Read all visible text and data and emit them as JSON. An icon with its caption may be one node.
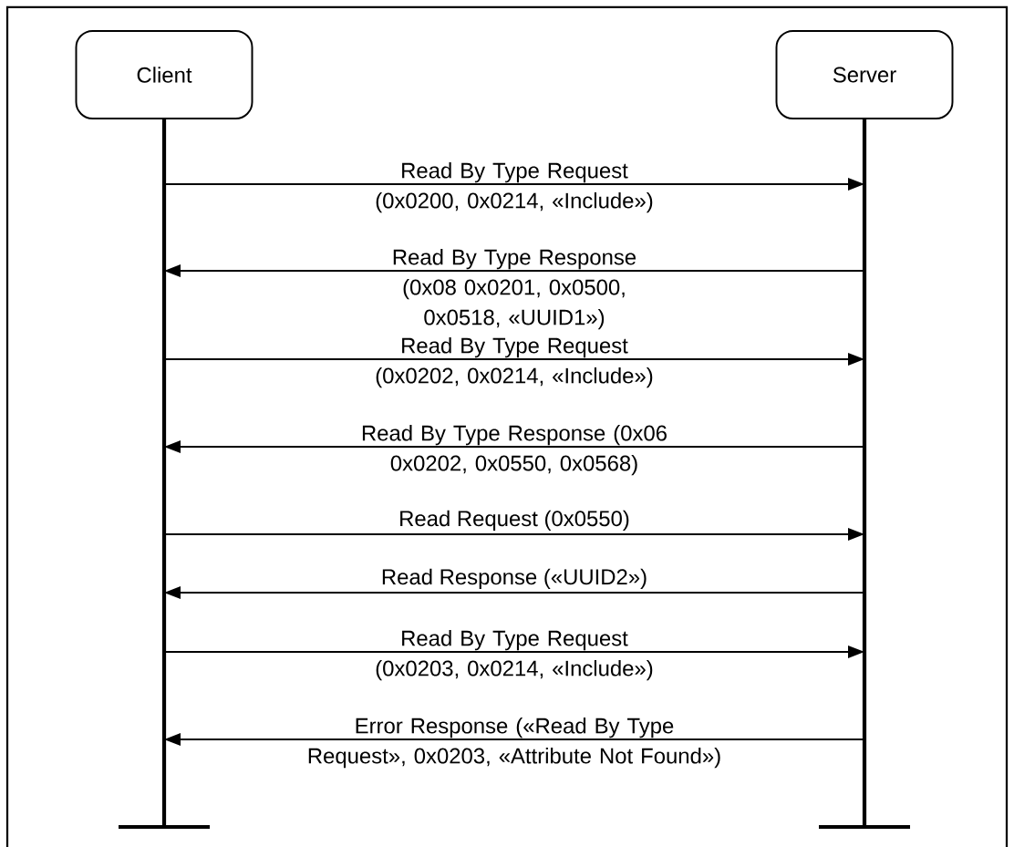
{
  "diagram": {
    "nodes": [
      {
        "text": [
          "Client"
        ]
      },
      {
        "text": [
          "Server"
        ]
      }
    ],
    "edges": [
      {
        "from": 0,
        "to": 1,
        "arrow": "to",
        "label": "Read By Type Request (0x0200, 0x0214, «Include»)"
      },
      {
        "from": 1,
        "to": 0,
        "arrow": "to",
        "label": "Read By Type Response (0x08 0x0201, 0x0500, 0x0518, «UUID1»)"
      },
      {
        "from": 0,
        "to": 1,
        "arrow": "to",
        "label": "Read By Type Request (0x0202, 0x0214, «Include»)"
      },
      {
        "from": 1,
        "to": 0,
        "arrow": "to",
        "label": "Read By Type Response (0x06 0x0202, 0x0550, 0x0568)"
      },
      {
        "from": 0,
        "to": 1,
        "arrow": "to",
        "label": "Read Request (0x0550)"
      },
      {
        "from": 1,
        "to": 0,
        "arrow": "to",
        "label": "Read Response («UUID2»)"
      },
      {
        "from": 0,
        "to": 1,
        "arrow": "to",
        "label": "Read By Type Request (0x0203, 0x0214, «Include»)"
      },
      {
        "from": 1,
        "to": 0,
        "arrow": "to",
        "label": "Error Response («Read By Type Request», 0x0203, «Attribute Not Found»)"
      }
    ]
  }
}
